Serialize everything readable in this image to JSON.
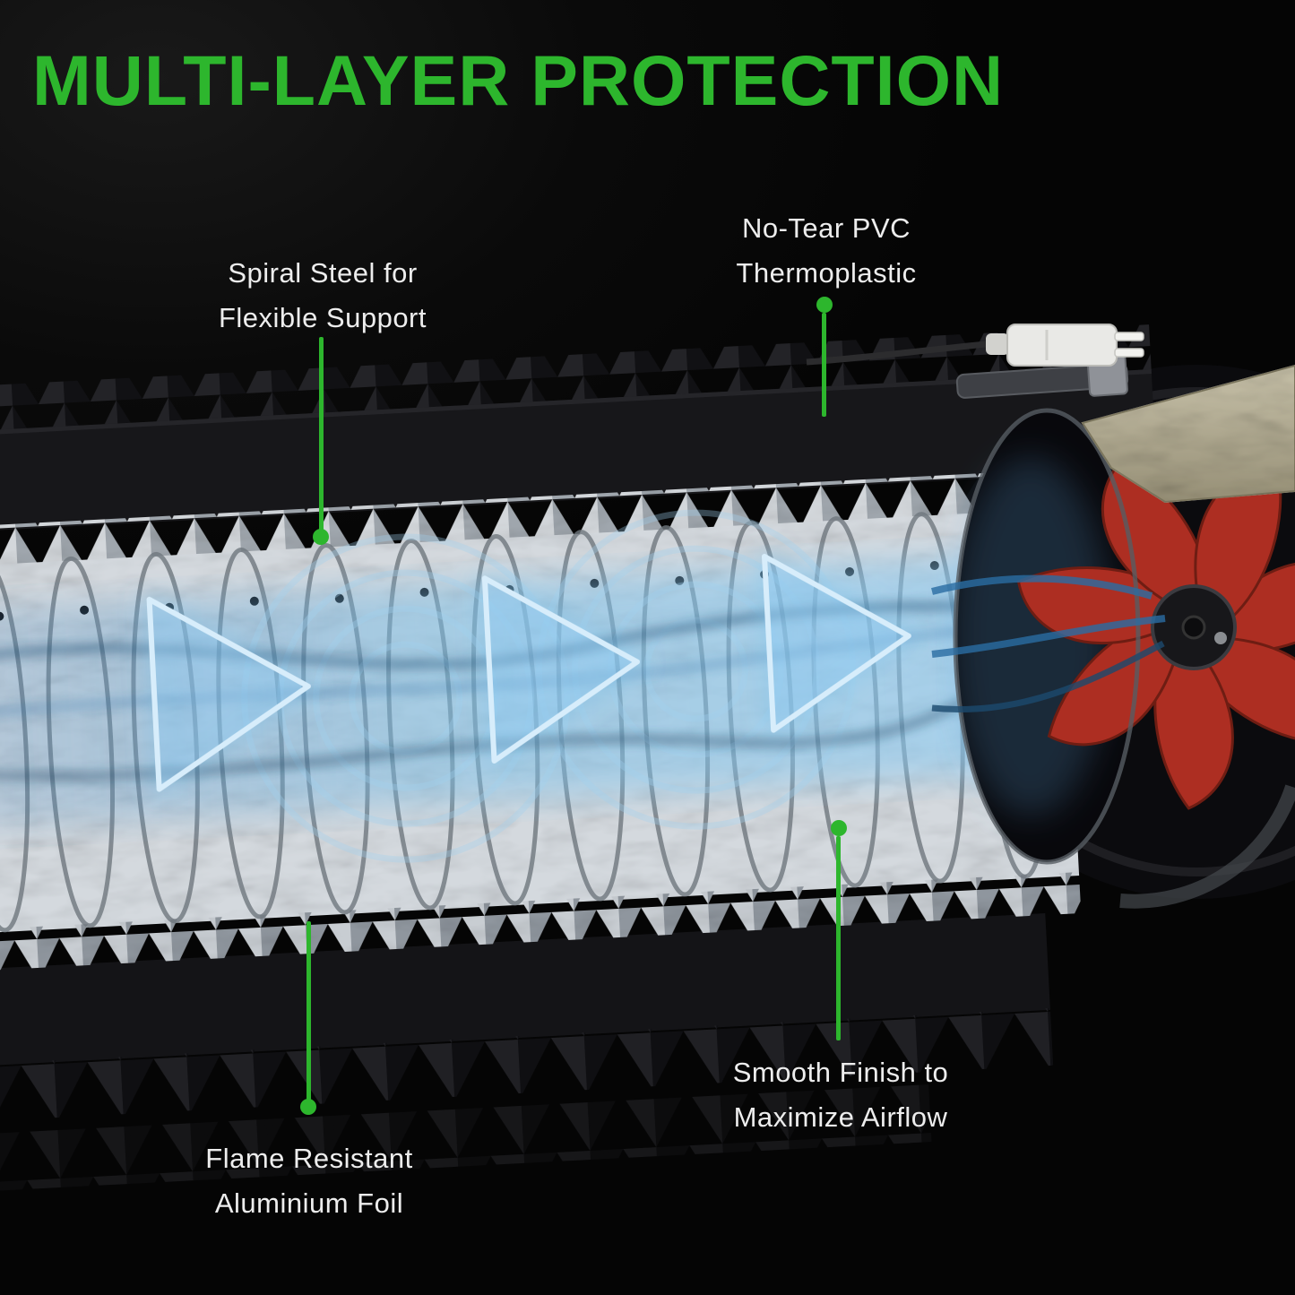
{
  "title": "MULTI-LAYER PROTECTION",
  "colors": {
    "accent_green": "#2db62d",
    "label_text": "#ededed",
    "airflow_blue": "#8ed0f5",
    "fan_blade_red": "#ad2e22",
    "foil_gray": "#c9ced4",
    "bracket_tan": "#b3ac92"
  },
  "callouts": {
    "spiral_steel": {
      "line1": "Spiral Steel for",
      "line2": "Flexible Support"
    },
    "pvc": {
      "line1": "No-Tear PVC",
      "line2": "Thermoplastic"
    },
    "smooth_finish": {
      "line1": "Smooth Finish to",
      "line2": "Maximize Airflow"
    },
    "foil": {
      "line1": "Flame Resistant",
      "line2": "Aluminium Foil"
    }
  },
  "illustration": {
    "subject": "flexible-insulated-duct-cutaway-with-inline-fan"
  }
}
